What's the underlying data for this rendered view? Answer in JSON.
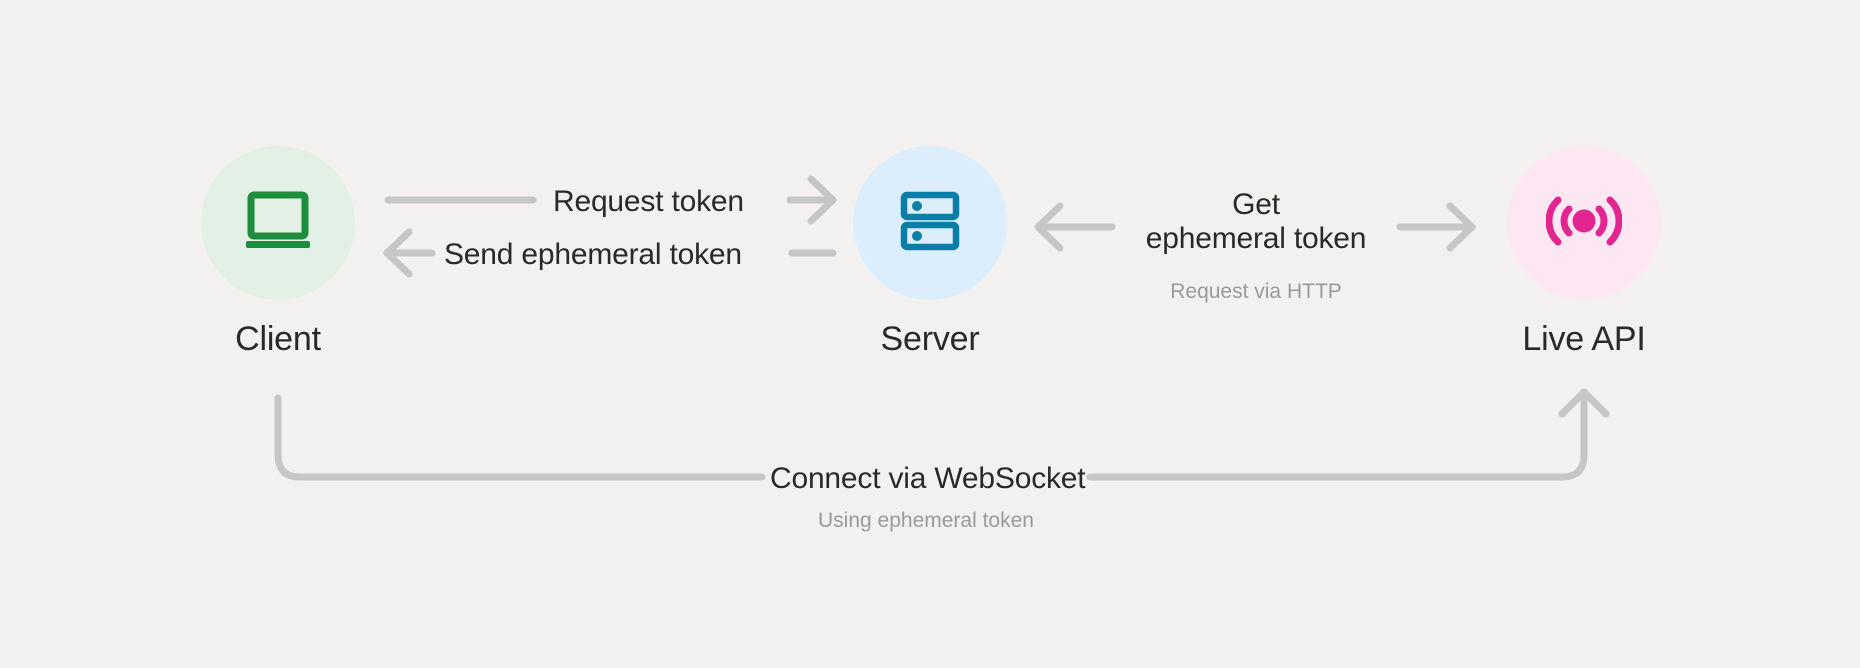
{
  "diagram": {
    "background_color": "#F2F1EF",
    "line_color": "#C6C6C6",
    "text_color": "#29292B",
    "muted_text_color": "#9A9A99"
  },
  "nodes": [
    {
      "id": "client",
      "label": "Client",
      "icon": "laptop-icon",
      "icon_color": "#1E8E3E",
      "circle_color": "#E3F0E6"
    },
    {
      "id": "server",
      "label": "Server",
      "icon": "server-rack-icon",
      "icon_color": "#0B7EA8",
      "circle_color": "#DCEEFB"
    },
    {
      "id": "live-api",
      "label": "Live API",
      "icon": "broadcast-signal-icon",
      "icon_color": "#E3268F",
      "circle_color": "#FDE7F3"
    }
  ],
  "edges": [
    {
      "id": "request-token",
      "label": "Request token",
      "sub": "",
      "direction": "right",
      "from": "client",
      "to": "server"
    },
    {
      "id": "send-ephemeral-token",
      "label": "Send ephemeral token",
      "sub": "",
      "direction": "left",
      "from": "server",
      "to": "client"
    },
    {
      "id": "get-ephemeral-token",
      "label_line1": "Get",
      "label_line2": "ephemeral token",
      "sub": "Request via HTTP",
      "direction": "both",
      "from": "server",
      "to": "live-api"
    },
    {
      "id": "connect-via-websocket",
      "label": "Connect via WebSocket",
      "sub": "Using ephemeral token",
      "direction": "right",
      "from": "client",
      "to": "live-api"
    }
  ]
}
